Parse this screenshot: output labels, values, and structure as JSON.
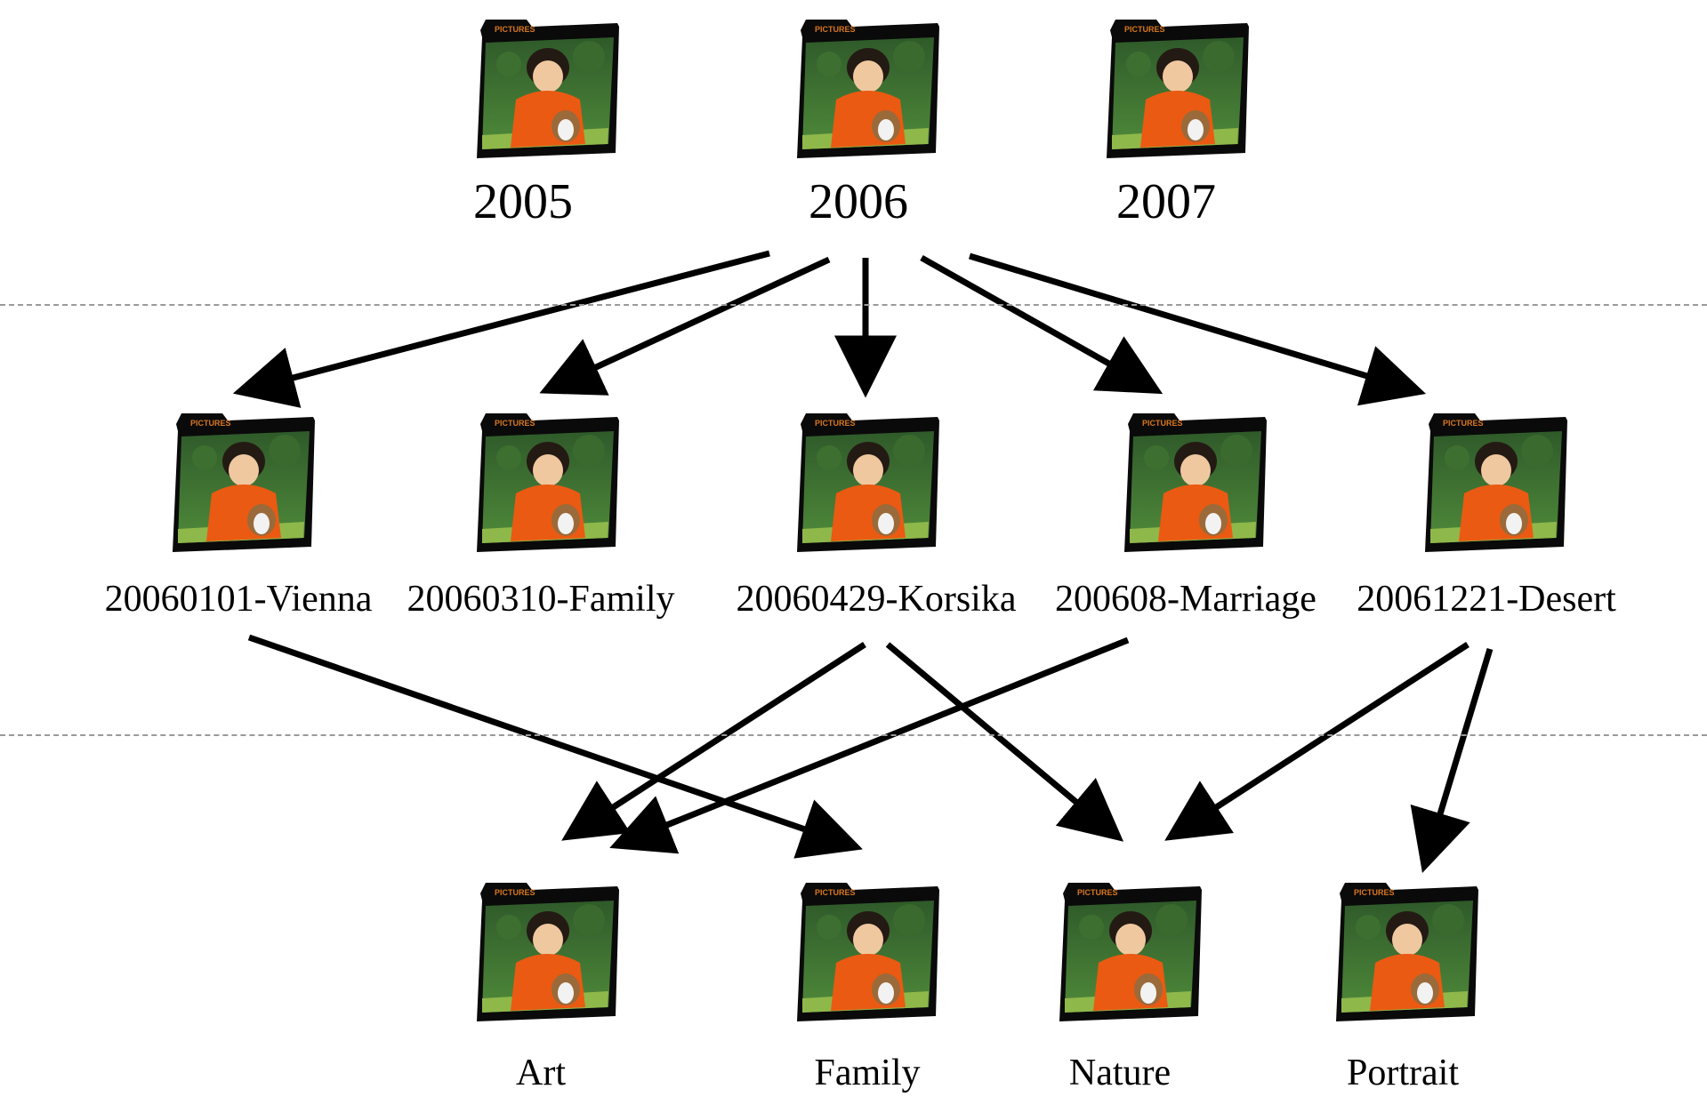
{
  "levels": {
    "years": [
      {
        "id": "2005",
        "label": "2005",
        "folder_tag": "PICTURES"
      },
      {
        "id": "2006",
        "label": "2006",
        "folder_tag": "PICTURES"
      },
      {
        "id": "2007",
        "label": "2007",
        "folder_tag": "PICTURES"
      }
    ],
    "events": [
      {
        "id": "vienna",
        "label": "20060101-Vienna",
        "folder_tag": "PICTURES"
      },
      {
        "id": "family-event",
        "label": "20060310-Family",
        "folder_tag": "PICTURES"
      },
      {
        "id": "korsika",
        "label": "20060429-Korsika",
        "folder_tag": "PICTURES"
      },
      {
        "id": "marriage",
        "label": "200608-Marriage",
        "folder_tag": "PICTURES"
      },
      {
        "id": "desert",
        "label": "20061221-Desert",
        "folder_tag": "PICTURES"
      }
    ],
    "categories": [
      {
        "id": "art",
        "label": "Art",
        "folder_tag": "PICTURES"
      },
      {
        "id": "family",
        "label": "Family",
        "folder_tag": "PICTURES"
      },
      {
        "id": "nature",
        "label": "Nature",
        "folder_tag": "PICTURES"
      },
      {
        "id": "portrait",
        "label": "Portrait",
        "folder_tag": "PICTURES"
      }
    ]
  },
  "edges": [
    {
      "from": "2006",
      "to": "vienna"
    },
    {
      "from": "2006",
      "to": "family-event"
    },
    {
      "from": "2006",
      "to": "korsika"
    },
    {
      "from": "2006",
      "to": "marriage"
    },
    {
      "from": "2006",
      "to": "desert"
    },
    {
      "from": "vienna",
      "to": "family"
    },
    {
      "from": "korsika",
      "to": "art"
    },
    {
      "from": "korsika",
      "to": "nature"
    },
    {
      "from": "marriage",
      "to": "art"
    },
    {
      "from": "desert",
      "to": "nature"
    },
    {
      "from": "desert",
      "to": "portrait"
    }
  ],
  "icons": {
    "folder": "pictures-folder-icon"
  },
  "colors": {
    "arrow": "#000000",
    "separator": "#9a9a9a",
    "folder_body": "#0a0a0a",
    "tag_text": "#d9771f"
  }
}
